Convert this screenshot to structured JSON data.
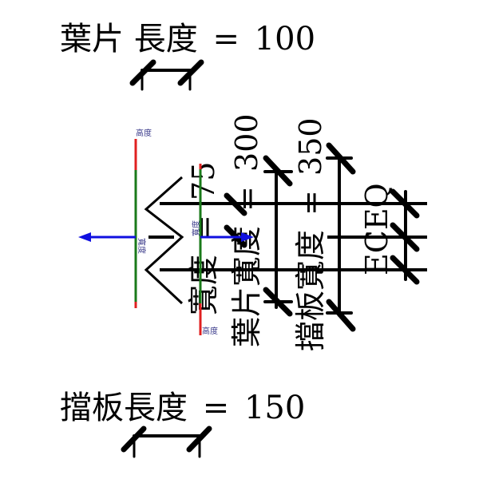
{
  "blade_length": {
    "label": "葉片 長度",
    "equals": "=",
    "value": "100"
  },
  "baffle_length": {
    "label": "擋板長度",
    "equals": "=",
    "value": "150"
  },
  "spacing_width": {
    "label": "寬度",
    "equals": "=",
    "value": "75"
  },
  "blade_width": {
    "label": "葉片寬度",
    "equals": "=",
    "value": "300"
  },
  "baffle_width": {
    "label": "擋板寬度",
    "equals": "=",
    "value": "350"
  },
  "eq_label": "ECEQ",
  "axis_labels": {
    "height_top": "高度",
    "height_bottom": "高度",
    "width_left": "寬度",
    "width_right": "寬度"
  },
  "colors": {
    "height_axis": "#e02020",
    "vertical_axis": "#1a7a1a",
    "width_arrow": "#1010e0",
    "lines": "#000000",
    "label_text": "#3a3a8a"
  }
}
